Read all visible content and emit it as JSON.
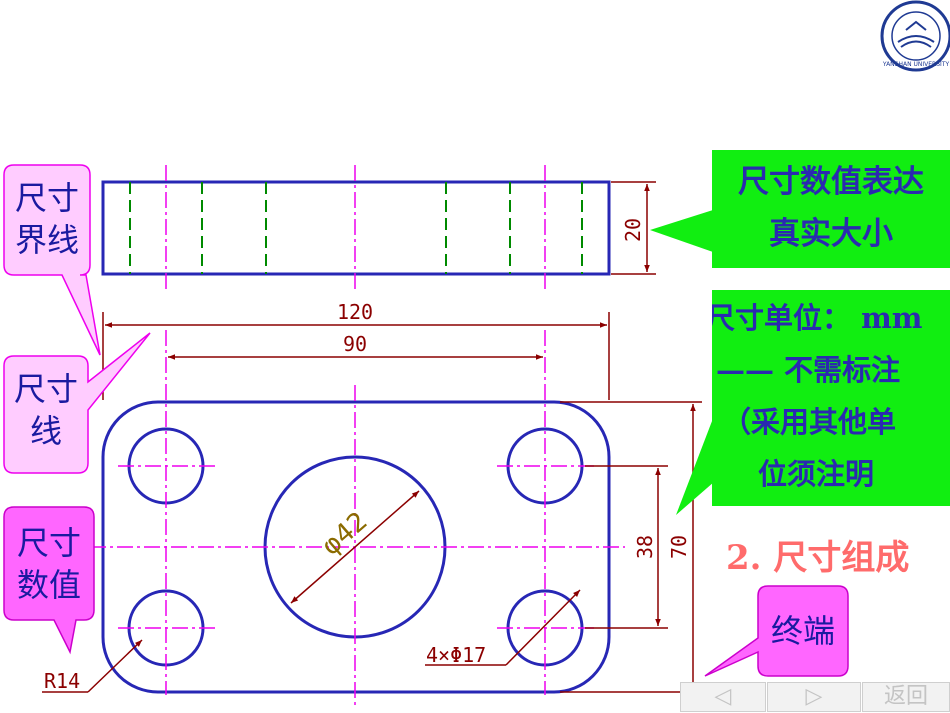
{
  "logo": {
    "name": "yanshan-university-seal",
    "text": "YANSHAN UNIVERSITY",
    "color": "#1f3a93"
  },
  "callouts": {
    "extension_line": "尺寸界线",
    "extension_line_l1": "尺寸",
    "extension_line_l2": "界线",
    "dimension_line_l1": "尺寸",
    "dimension_line_l2": "线",
    "dimension_value_l1": "尺寸",
    "dimension_value_l2": "数值",
    "terminal": "终端"
  },
  "info_boxes": {
    "true_size_l1": "尺寸数值表达",
    "true_size_l2": "真实大小",
    "unit_l1": "尺寸单位： mm",
    "unit_l2": "—— 不需标注",
    "unit_l3": "（采用其他单",
    "unit_l4": "位须注明"
  },
  "section_heading": "2. 尺寸组成",
  "dimensions": {
    "overall_length": "120",
    "hole_spacing_x": "90",
    "top_view_thickness": "20",
    "hole_spacing_y": "38",
    "overall_width": "70",
    "center_diameter": "φ42",
    "hole_callout": "4×Φ17",
    "corner_radius": "R14"
  },
  "nav": {
    "prev": "◁",
    "next": "▷",
    "back": "返回"
  },
  "colors": {
    "outline": "#2727b5",
    "centerline": "#ee00ee",
    "hidden_line": "#008a00",
    "dimension": "#8b0000",
    "callout_pink": "#ffccff",
    "callout_magenta": "#ff66ff",
    "info_green": "#11ee11",
    "heading": "#ff6b6b"
  }
}
